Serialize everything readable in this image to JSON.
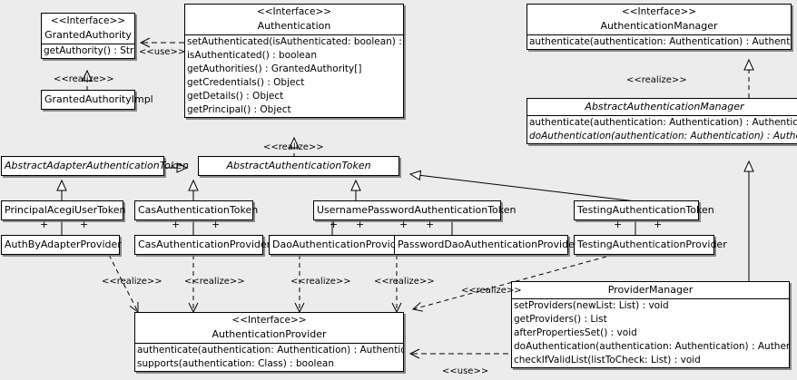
{
  "diagram": {
    "type": "uml-class-diagram",
    "background": "#ececec",
    "line_color": "#000000",
    "box_fill": "#ffffff"
  },
  "stereotypes": {
    "interface": "<<Interface>>",
    "realize": "<<realize>>",
    "use": "<<use>>"
  },
  "classes": {
    "granted_authority": {
      "stereotype": "<<Interface>>",
      "name": "GrantedAuthority",
      "operations": [
        "getAuthority() : String"
      ]
    },
    "granted_authority_impl": {
      "name": "GrantedAuthorityImpl",
      "operations": []
    },
    "authentication": {
      "stereotype": "<<Interface>>",
      "name": "Authentication",
      "operations": [
        "setAuthenticated(isAuthenticated: boolean) : void",
        "isAuthenticated() : boolean",
        "getAuthorities() : GrantedAuthority[]",
        "getCredentials() : Object",
        "getDetails() : Object",
        "getPrincipal() : Object"
      ]
    },
    "authentication_manager": {
      "stereotype": "<<Interface>>",
      "name": "AuthenticationManager",
      "operations": [
        "authenticate(authentication: Authentication) : Authentication"
      ]
    },
    "abstract_authentication_manager": {
      "name": "AbstractAuthenticationManager",
      "abstract": true,
      "operations": [
        "authenticate(authentication: Authentication) : Authentication",
        "doAuthentication(authentication: Authentication) : Authentication"
      ]
    },
    "abstract_adapter_authentication_token": {
      "name": "AbstractAdapterAuthenticationToken",
      "abstract": true,
      "operations": []
    },
    "abstract_authentication_token": {
      "name": "AbstractAuthenticationToken",
      "abstract": true,
      "operations": []
    },
    "principal_acegi_user_token": {
      "name": "PrincipalAcegiUserToken",
      "operations": []
    },
    "cas_authentication_token": {
      "name": "CasAuthenticationToken",
      "operations": []
    },
    "username_password_authentication_token": {
      "name": "UsernamePasswordAuthenticationToken",
      "operations": []
    },
    "testing_authentication_token": {
      "name": "TestingAuthenticationToken",
      "operations": []
    },
    "auth_by_adapter_provider": {
      "name": "AuthByAdapterProvider",
      "operations": []
    },
    "cas_authentication_provider": {
      "name": "CasAuthenticationProvider",
      "operations": []
    },
    "dao_authentication_provider": {
      "name": "DaoAuthenticationProvider",
      "operations": []
    },
    "password_dao_authentication_provider": {
      "name": "PasswordDaoAuthenticationProvider",
      "operations": []
    },
    "testing_authentication_provider": {
      "name": "TestingAuthenticationProvider",
      "operations": []
    },
    "authentication_provider": {
      "stereotype": "<<Interface>>",
      "name": "AuthenticationProvider",
      "operations": [
        "authenticate(authentication: Authentication) : Authentication",
        "supports(authentication: Class) : boolean"
      ]
    },
    "provider_manager": {
      "name": "ProviderManager",
      "operations": [
        "setProviders(newList: List) : void",
        "getProviders() : List",
        "afterPropertiesSet() : void",
        "doAuthentication(authentication: Authentication) : Authentication",
        "checkIfValidList(listToCheck: List) : void"
      ]
    }
  },
  "relationship_labels": {
    "use_authentication_to_grantedauthority": "<<use>>",
    "realize_impl_to_grantedauthority": "<<realize>>",
    "realize_token_to_authentication": "<<realize>>",
    "realize_abstractmanager_to_manager": "<<realize>>",
    "realize_authbyadapter": "<<realize>>",
    "realize_cas": "<<realize>>",
    "realize_dao": "<<realize>>",
    "realize_passworddao": "<<realize>>",
    "realize_testing": "<<realize>>",
    "use_providermanager_to_provider": "<<use>>"
  },
  "association_markers": {
    "multiplicity": "+"
  }
}
